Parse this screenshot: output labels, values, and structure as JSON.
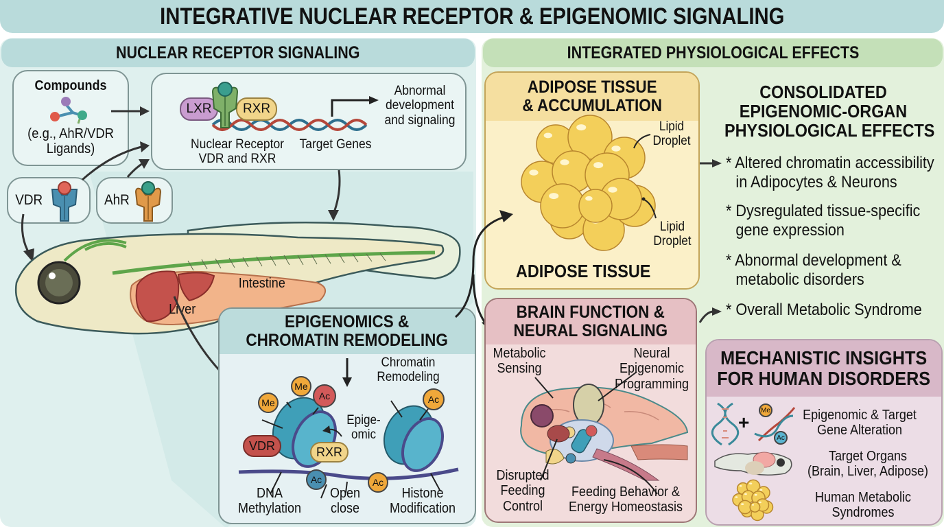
{
  "title": "INTEGRATIVE NUCLEAR RECEPTOR & EPIGENOMIC SIGNALING",
  "left_panel": {
    "heading": "NUCLEAR RECEPTOR SIGNALING",
    "compounds": {
      "title": "Compounds",
      "caption_line1": "(e.g., AhR/VDR",
      "caption_line2": "Ligands)"
    },
    "receptor_box": {
      "lxr_label": "LXR",
      "rxr_label": "RXR",
      "nr_label_line1": "Nuclear Receptor",
      "nr_label_line2": "VDR and RXR",
      "target_genes_label": "Target Genes",
      "outcome_line1": "Abnormal",
      "outcome_line2": "development",
      "outcome_line3": "and signaling"
    },
    "vdr_label": "VDR",
    "ahr_label": "AhR",
    "fish": {
      "intestine_label": "Intestine",
      "liver_label": "Liver"
    },
    "epigenomics": {
      "heading_line1": "EPIGENOMICS &",
      "heading_line2": "CHROMATIN REMODELING",
      "chromatin_remodeling_line1": "Chromatin",
      "chromatin_remodeling_line2": "Remodeling",
      "epigenomic_line1": "Epige-",
      "epigenomic_line2": "omic",
      "me_badge": "Me",
      "ac_badge": "Ac",
      "vdr_tag": "VDR",
      "rxr_tag": "RXR",
      "dna_methylation_line1": "DNA",
      "dna_methylation_line2": "Methylation",
      "open_close_line1": "Open",
      "open_close_line2": "close",
      "histone_line1": "Histone",
      "histone_line2": "Modification"
    }
  },
  "right_panel": {
    "heading": "INTEGRATED PHYSIOLOGICAL EFFECTS",
    "adipose": {
      "heading_line1": "ADIPOSE TISSUE",
      "heading_line2": "& ACCUMULATION",
      "lipid_label_line1": "Lipid",
      "lipid_label_line2": "Droplet",
      "footer": "ADIPOSE TISSUE"
    },
    "consolidated": {
      "heading_line1": "CONSOLIDATED",
      "heading_line2": "EPIGENOMIC-ORGAN",
      "heading_line3": "PHYSIOLOGICAL EFFECTS",
      "bullets": [
        {
          "line1": "* Altered chromatin accessibility",
          "line2": "in Adipocytes & Neurons"
        },
        {
          "line1": "* Dysregulated tissue-specific",
          "line2": "gene expression"
        },
        {
          "line1": "* Abnormal development &",
          "line2": "metabolic disorders"
        },
        {
          "line1": "* Overall Metabolic Syndrome",
          "line2": ""
        }
      ]
    },
    "brain": {
      "heading_line1": "BRAIN FUNCTION &",
      "heading_line2": "NEURAL SIGNALING",
      "metabolic_sensing_line1": "Metabolic",
      "metabolic_sensing_line2": "Sensing",
      "neural_line1": "Neural",
      "neural_line2": "Epigenomic",
      "neural_line3": "Programming",
      "disrupted_line1": "Disrupted",
      "disrupted_line2": "Feeding",
      "disrupted_line3": "Control",
      "feeding_line1": "Feeding Behavior &",
      "feeding_line2": "Energy Homeostasis"
    },
    "mechanistic": {
      "heading_line1": "MECHANISTIC INSIGHTS",
      "heading_line2": "FOR HUMAN DISORDERS",
      "plus": "+",
      "me_badge": "Me",
      "ac_badge": "Ac",
      "items": [
        {
          "line1": "Epigenomic & Target",
          "line2": "Gene Alteration"
        },
        {
          "line1": "Target Organs",
          "line2": "(Brain, Liver, Adipose)"
        },
        {
          "line1": "Human Metabolic",
          "line2": "Syndromes"
        }
      ]
    }
  },
  "colors": {
    "title_bg": "#b9dbdb",
    "left_panel_bg": "#dff0ee",
    "right_panel_bg": "#e3f1dc",
    "left_head_bg": "#b9dbdb",
    "right_head_bg": "#c4e0b8",
    "adipose_bg": "#fbf0c8",
    "brain_bg": "#f2dcdc",
    "mech_bg": "#ecdde6",
    "vdr_blue": "#4a8fb0",
    "ahr_orange": "#e09a4a",
    "lxr_purple": "#c493c6",
    "rxr_yellow": "#f1d58a",
    "receptor_green": "#7fb069",
    "nucleosome_teal": "#3f9fb8",
    "me_orange": "#f0a83a",
    "ac_red": "#d25a5a",
    "liver_red": "#c4524c"
  }
}
